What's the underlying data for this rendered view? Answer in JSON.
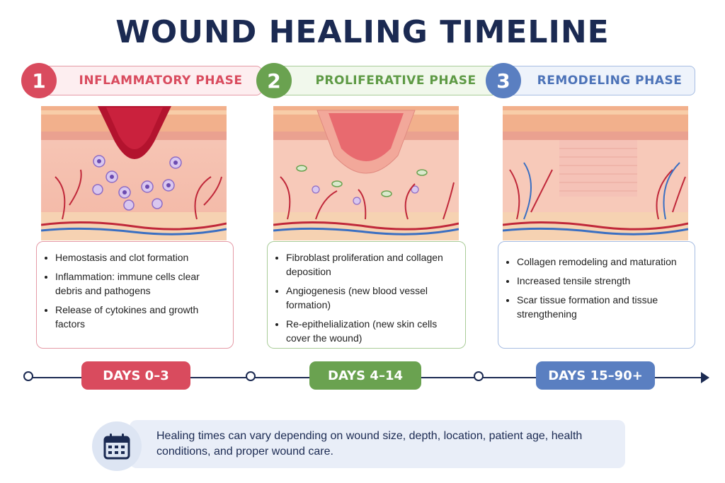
{
  "title": "WOUND HEALING TIMELINE",
  "colors": {
    "inflammatory": "#d94b5e",
    "proliferative": "#6aa250",
    "remodeling": "#5a7fc1",
    "navy": "#1b2a52"
  },
  "phases": [
    {
      "number": "1",
      "name": "INFLAMMATORY PHASE",
      "days": "DAYS 0–3",
      "points": [
        "Hemostasis and clot formation",
        "Inflammation: immune cells clear debris and pathogens",
        "Release of cytokines and growth factors"
      ]
    },
    {
      "number": "2",
      "name": "PROLIFERATIVE PHASE",
      "days": "DAYS 4–14",
      "points": [
        "Fibroblast proliferation and collagen deposition",
        "Angiogenesis (new blood vessel formation)",
        "Re-epithelialization (new skin cells cover the wound)"
      ]
    },
    {
      "number": "3",
      "name": "REMODELING PHASE",
      "days": "DAYS 15–90+",
      "points": [
        "Collagen remodeling and maturation",
        "Increased tensile strength",
        "Scar tissue formation and tissue strengthening"
      ]
    }
  ],
  "note": {
    "icon": "calendar-icon",
    "text": "Healing times can vary depending on wound size, depth, location, patient age, health conditions, and proper wound care."
  }
}
